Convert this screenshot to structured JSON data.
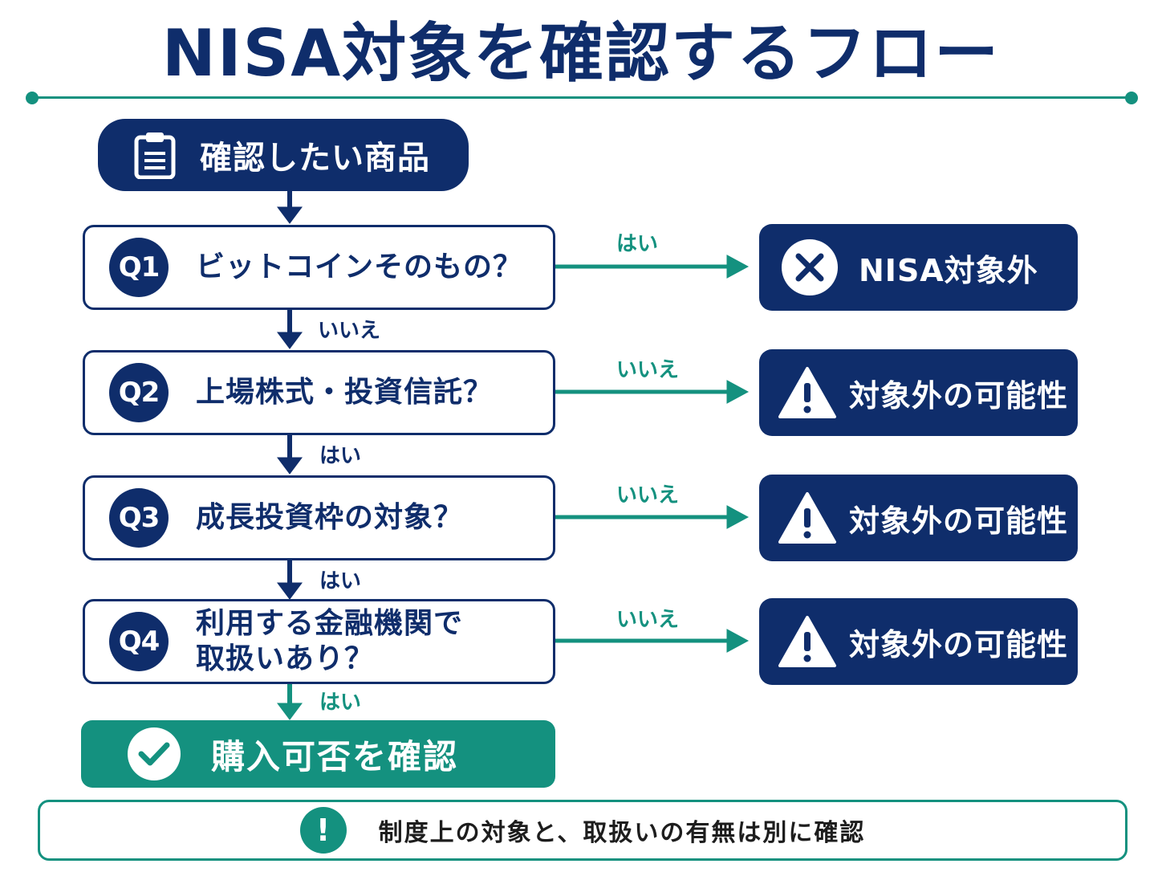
{
  "title": "NISA対象を確認するフロー",
  "start": {
    "label": "確認したい商品",
    "icon": "clipboard-icon"
  },
  "questions": [
    {
      "num": "Q1",
      "lines": [
        "ビットコインそのもの？"
      ]
    },
    {
      "num": "Q2",
      "lines": [
        "上場株式・投資信託？"
      ]
    },
    {
      "num": "Q3",
      "lines": [
        "成長投資枠の対象？"
      ]
    },
    {
      "num": "Q4",
      "lines": [
        "利用する金融機関で",
        "取扱いあり？"
      ]
    }
  ],
  "down_labels": [
    "いいえ",
    "はい",
    "はい",
    "はい"
  ],
  "side_labels": [
    "はい",
    "いいえ",
    "いいえ",
    "いいえ"
  ],
  "results": [
    {
      "label": "NISA対象外",
      "icon": "x-circle-icon"
    },
    {
      "label": "対象外の可能性",
      "icon": "warning-icon"
    },
    {
      "label": "対象外の可能性",
      "icon": "warning-icon"
    },
    {
      "label": "対象外の可能性",
      "icon": "warning-icon"
    }
  ],
  "final": {
    "label": "購入可否を確認",
    "icon": "check-circle-icon"
  },
  "note": {
    "text": "制度上の対象と、取扱いの有無は別に確認",
    "icon": "exclamation-icon"
  },
  "colors": {
    "navy": "#0f2d6b",
    "teal": "#14917f",
    "white": "#ffffff"
  }
}
